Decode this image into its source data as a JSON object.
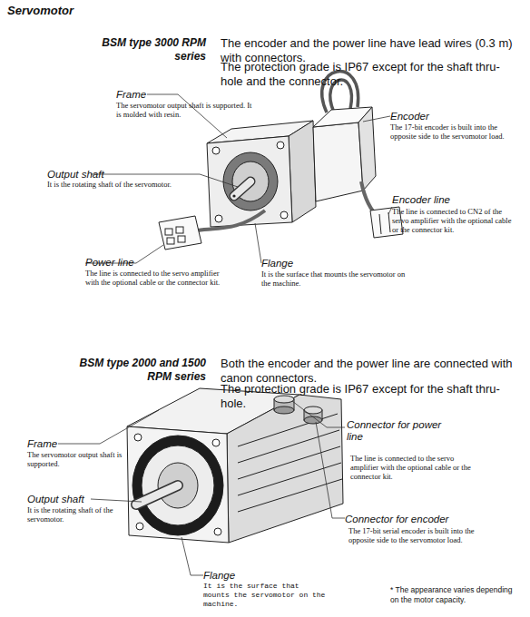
{
  "diagram": {
    "title": "Servomotor",
    "labels": [
      "BSM type 3000 RPM series",
      "The encoder and the power line have lead wires (0.3 m) with connectors.",
      "The protection grade is IP67 except for the shaft thru-hole and the connector.",
      "Frame",
      "The servomotor output shaft is supported. It is molded with resin.",
      "Encoder",
      "The 17-bit encoder is built into the opposite side to the servomotor load.",
      "Output shaft",
      "It is the rotating shaft of the servomotor.",
      "Encoder line",
      "The line is connected to CN2 of the servo amplifier with the optional cable or the connector kit.",
      "Power line",
      "The line is connected to the servo amplifier with the optional cable or the connector kit.",
      "Flange",
      "It is the surface that mounts the servomotor on the machine.",
      "BSM type 2000 and 1500 RPM series",
      "Both the encoder and the power line are connected with canon connectors.",
      "The protection grade is IP67 except for the shaft thru-hole.",
      "Frame",
      "The servomotor output shaft is supported.",
      "Connector for power line",
      "The line is connected to the servo amplifier with the optional cable or the connector kit.",
      "Output shaft",
      "It is the rotating shaft of the servomotor.",
      "Connector for encoder",
      "The 17-bit serial encoder is built into the opposite side to the servomotor load.",
      "Flange",
      "It is the surface that mounts the servomotor on the machine.",
      "* The appearance varies depending on the motor capacity."
    ]
  }
}
